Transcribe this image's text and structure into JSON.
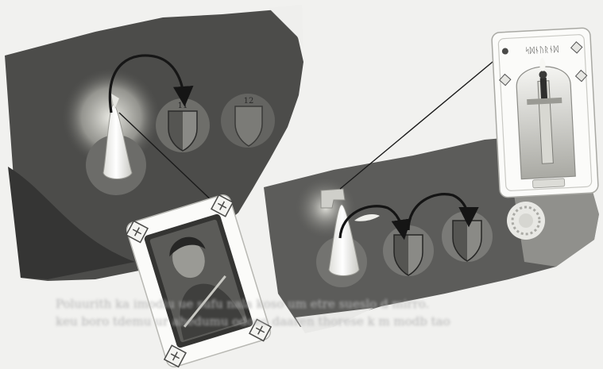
{
  "page": {
    "background": "#f1f1ef"
  },
  "left_board": {
    "board_color": "#4a4a48",
    "pawn": {
      "kind": "cone-pawn"
    },
    "spaces": [
      {
        "icon": "shield-icon",
        "number": "11"
      },
      {
        "icon": "shield-icon",
        "number": "12"
      }
    ],
    "move_arrow": {
      "from": "pawn",
      "to": "space-1"
    },
    "card": {
      "icon": "hero-portrait-card",
      "corner_icon": "cross-diamond-icon"
    }
  },
  "right_board": {
    "board_color": "#5a5a58",
    "pawn": {
      "kind": "cone-pawn",
      "flag_icon": "banner-icon"
    },
    "spaces": [
      {
        "icon": "shield-icon"
      },
      {
        "icon": "shield-icon"
      },
      {
        "icon": "sun-emblem-icon"
      }
    ],
    "move_arrows": 2,
    "card": {
      "title": "ᛋᛞᚾᚢᚱᚾᛞ",
      "icon": "sword-card",
      "footer": ""
    }
  },
  "caption": {
    "text": "Poluurith ka imodiu ue sufu nala koso um etre sueslo d mirro.\nkeu boro tdemu ur ahedumu odoeo daaren thorese k m modb tao"
  }
}
